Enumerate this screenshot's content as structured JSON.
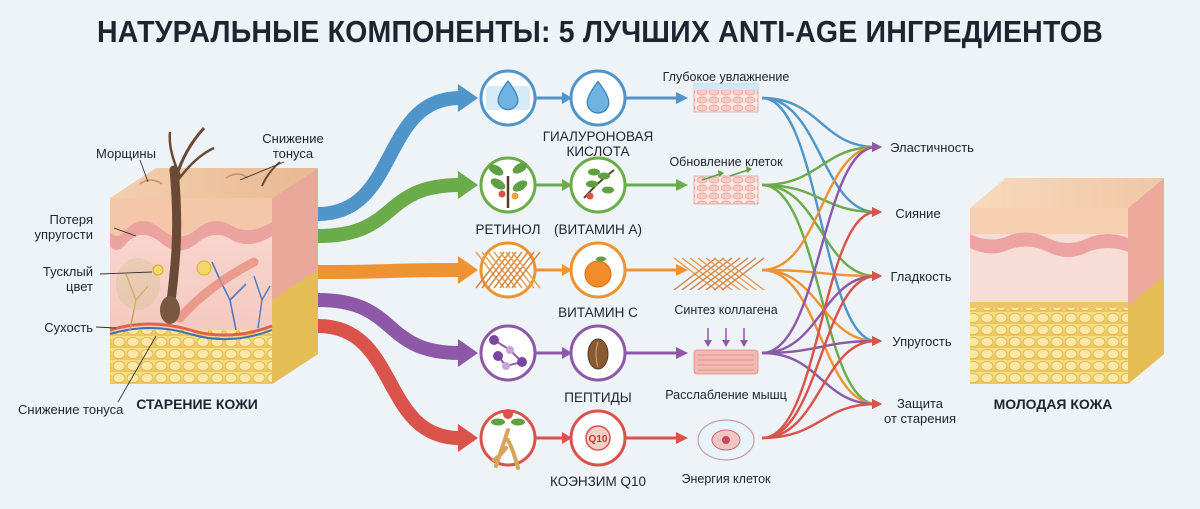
{
  "title": "НАТУРАЛЬНЫЕ КОМПОНЕНТЫ: 5 ЛУЧШИХ ANTI-AGE ИНГРЕДИЕНТОВ",
  "aging_skin": {
    "caption": "СТАРЕНИЕ КОЖИ",
    "labels": {
      "wrinkles": "Морщины",
      "tone_loss_top": "Снижение\nтонуса",
      "elasticity_loss": "Потеря\nупругости",
      "dull_color": "Тусклый\nцвет",
      "dryness": "Сухость",
      "tone_loss_bottom": "Снижение тонуса"
    }
  },
  "young_skin": {
    "caption": "МОЛОДАЯ КОЖА"
  },
  "ingredients": [
    {
      "id": "hyaluronic",
      "label": "ГИАЛУРОНОВАЯ\nКИСЛОТА",
      "effect": "Глубокое увлажнение",
      "color": "#4f95c9",
      "icon": "water-drop-icon"
    },
    {
      "id": "retinol",
      "label": "(ВИТАМИН А)",
      "source_label": "РЕТИНОЛ",
      "effect": "Обновление клеток",
      "color": "#6aab4a",
      "icon": "leaf-branch-icon"
    },
    {
      "id": "vitamin-c",
      "label": "ВИТАМИН С",
      "effect": "Синтез коллагена",
      "color": "#ee9332",
      "icon": "orange-fruit-icon"
    },
    {
      "id": "peptides",
      "label": "ПЕПТИДЫ",
      "effect": "Расслабление мышц",
      "color": "#8e58a8",
      "icon": "seed-icon"
    },
    {
      "id": "q10",
      "label": "КОЭНЗИМ Q10",
      "effect": "Энергия клеток",
      "color": "#d9534a",
      "icon": "q10-capsule-icon",
      "icon_text": "Q10"
    }
  ],
  "results": [
    {
      "id": "elasticity",
      "label": "Эластичность"
    },
    {
      "id": "radiance",
      "label": "Сияние"
    },
    {
      "id": "smoothness",
      "label": "Гладкость"
    },
    {
      "id": "firmness",
      "label": "Упругость"
    },
    {
      "id": "protection",
      "label": "Защита\nот старения"
    }
  ]
}
